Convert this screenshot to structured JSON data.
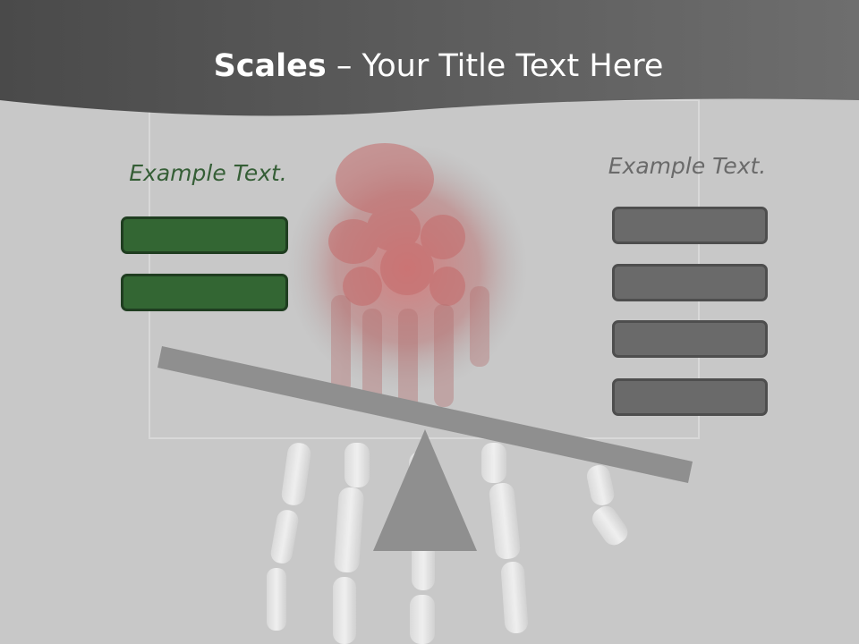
{
  "slide": {
    "title_bold": "Scales",
    "title_rest": " – Your Title Text Here",
    "left_caption": "Example Text.",
    "right_caption": "Example Text.",
    "left_boxes": [
      "",
      ""
    ],
    "right_boxes": [
      "",
      "",
      "",
      ""
    ]
  },
  "colors": {
    "background": "#c8c8c8",
    "header": "#555555",
    "green_box": "#336633",
    "gray_box": "#6a6a6a",
    "scale": "#8f8f8f"
  },
  "icons": {
    "background_image": "hand-xray-image",
    "scale_beam": "seesaw-beam",
    "scale_pivot": "triangle-fulcrum"
  }
}
